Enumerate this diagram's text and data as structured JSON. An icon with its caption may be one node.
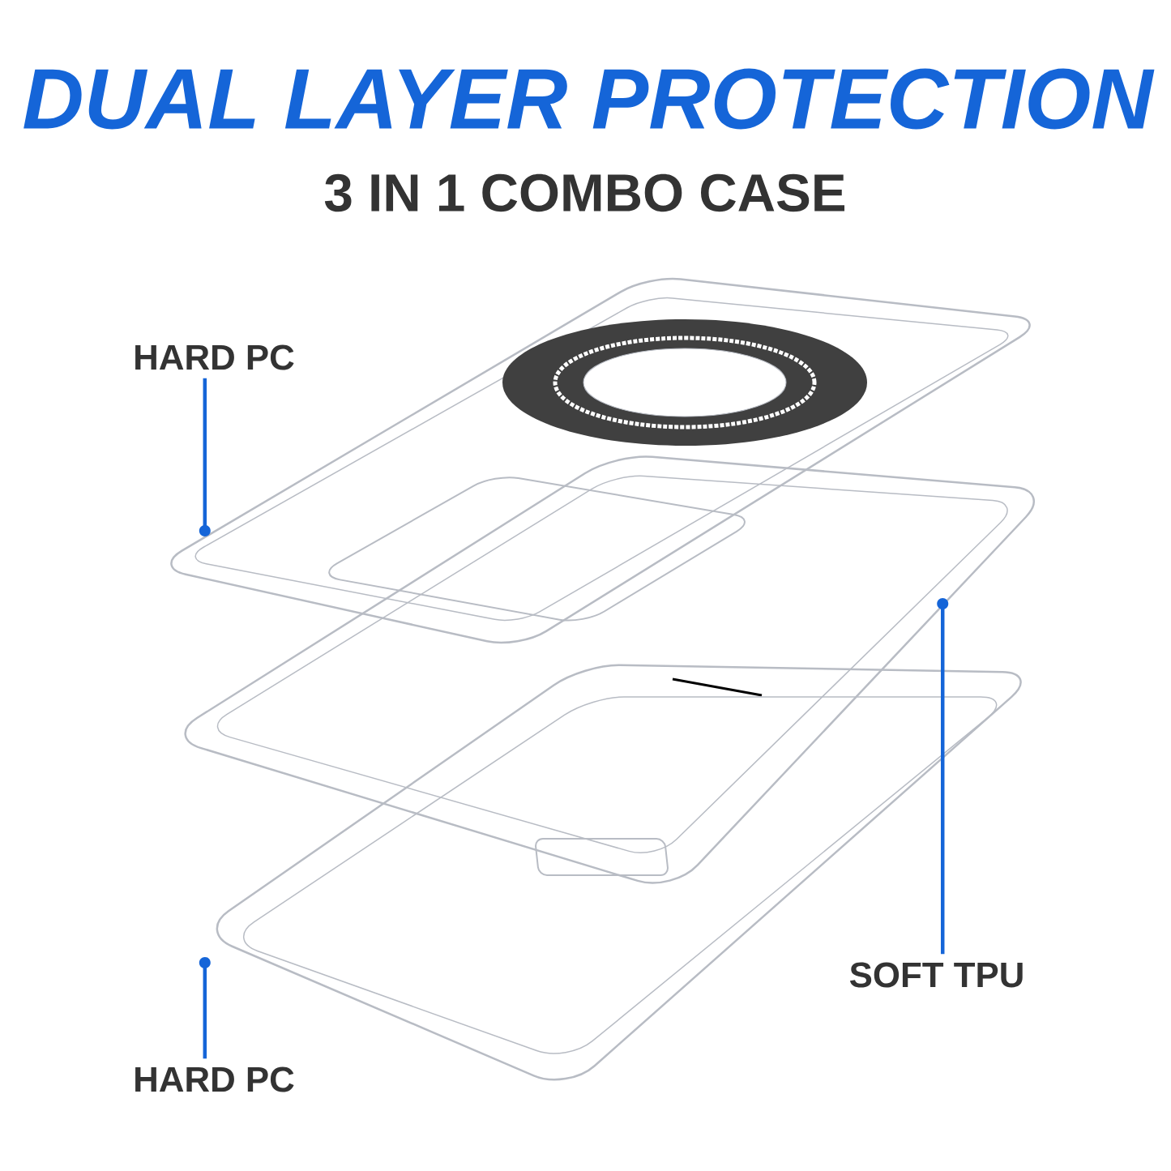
{
  "diagram": {
    "title": "DUAL LAYER PROTECTION",
    "nodes": [
      {
        "text": [
          "HARD PC"
        ]
      },
      {
        "text": [
          "SOFT TPU"
        ]
      },
      {
        "text": [
          "HARD PC"
        ]
      },
      {
        "text": [],
        "shape": "picture"
      },
      {
        "text": [],
        "shape": "picture"
      },
      {
        "text": [],
        "shape": "picture"
      }
    ],
    "edges": [
      {
        "from": 0,
        "to": 3,
        "arrow": "other"
      },
      {
        "from": 1,
        "to": 4,
        "arrow": "other"
      },
      {
        "from": 2,
        "to": 5,
        "arrow": "other"
      }
    ],
    "labels": [
      "3 IN 1 COMBO CASE"
    ]
  }
}
